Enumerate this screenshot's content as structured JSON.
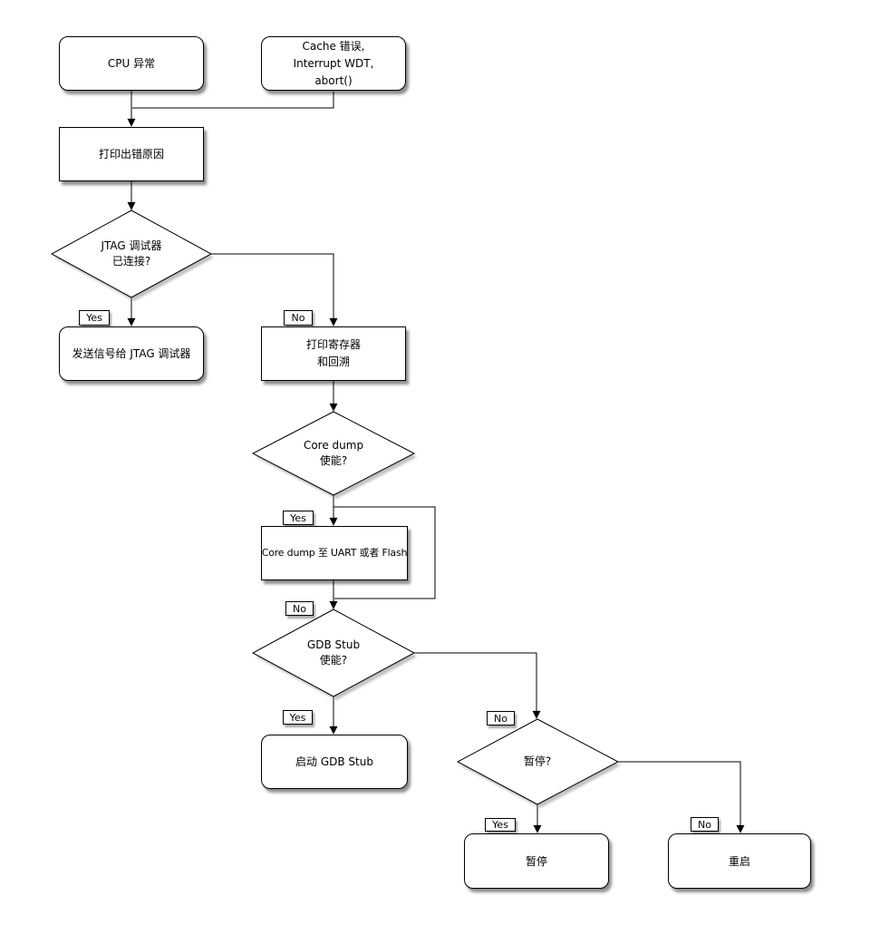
{
  "diagram": {
    "type": "flowchart",
    "labels": {
      "yes": "Yes",
      "no": "No"
    },
    "colors": {
      "background": "#ffffff",
      "node_fill": "#ffffff",
      "node_border": "#000000",
      "connector": "#000000",
      "shadow": "#999999"
    },
    "nodes": {
      "cpu_exception": {
        "type": "terminal",
        "label": "CPU 异常"
      },
      "cache_error": {
        "type": "terminal",
        "line1": "Cache 错误,",
        "line2": "Interrupt WDT,",
        "line3": "abort()"
      },
      "print_error_cause": {
        "type": "process",
        "label": "打印出错原因"
      },
      "jtag_connected": {
        "type": "decision",
        "line1": "JTAG 调试器",
        "line2": "已连接?"
      },
      "send_signal_jtag": {
        "type": "terminal",
        "label": "发送信号给 JTAG 调试器"
      },
      "print_registers": {
        "type": "process",
        "line1": "打印寄存器",
        "line2": "和回溯"
      },
      "core_dump_enabled": {
        "type": "decision",
        "line1": "Core dump",
        "line2": "使能?"
      },
      "core_dump_output": {
        "type": "process",
        "label": "Core dump 至 UART 或者 Flash"
      },
      "gdb_stub_enabled": {
        "type": "decision",
        "line1": "GDB Stub",
        "line2": "使能?"
      },
      "start_gdb_stub": {
        "type": "terminal",
        "label": "启动 GDB Stub"
      },
      "halt_question": {
        "type": "decision",
        "label": "暂停?"
      },
      "halt": {
        "type": "terminal",
        "label": "暂停"
      },
      "reboot": {
        "type": "terminal",
        "label": "重启"
      }
    }
  }
}
